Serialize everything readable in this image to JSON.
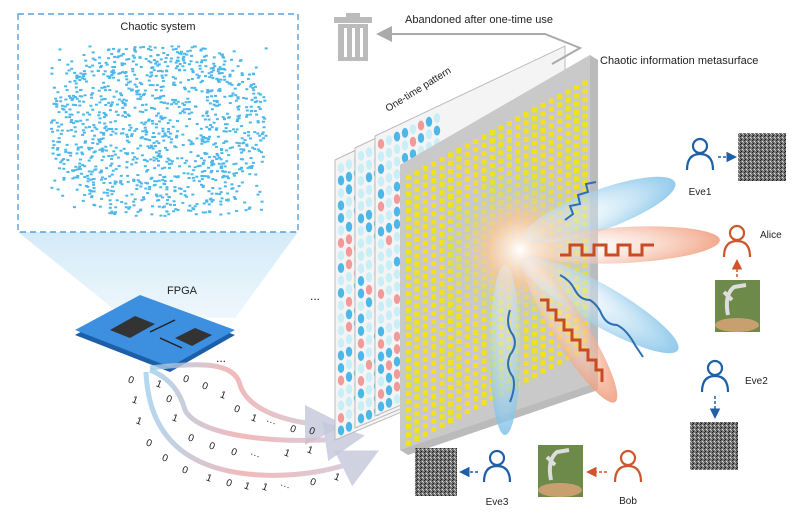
{
  "labels": {
    "chaotic_system": "Chaotic system",
    "fpga": "FPGA",
    "abandoned": "Abandoned after one-time use",
    "metasurface": "Chaotic information metasurface",
    "one_time_pattern": "One-time pattern",
    "ellipsis": "...",
    "layers_ellipsis": "..."
  },
  "users": {
    "eve1": "Eve1",
    "alice": "Alice",
    "eve2": "Eve2",
    "eve3": "Eve3",
    "bob": "Bob"
  },
  "bit_streams": [
    [
      "0",
      "0",
      "1",
      "0",
      "1",
      "···",
      "0",
      "0"
    ],
    [
      "1",
      "0",
      "1",
      "0",
      "0",
      "0",
      "···",
      "1",
      "1"
    ],
    [
      "0",
      "1",
      "1",
      "0",
      "0",
      "0",
      "1",
      "0",
      "1",
      "1",
      "···",
      "0",
      "1"
    ]
  ],
  "colors": {
    "dots": "#4cb8ea",
    "metasurface_cell": "#f2e21a",
    "eve": "#1f5fa8",
    "legit": "#d0552a",
    "beam_blue": "#8fc8ea",
    "beam_orange": "#f0a07a"
  },
  "icons": {
    "trash": "trash-icon",
    "person": "person-icon"
  }
}
